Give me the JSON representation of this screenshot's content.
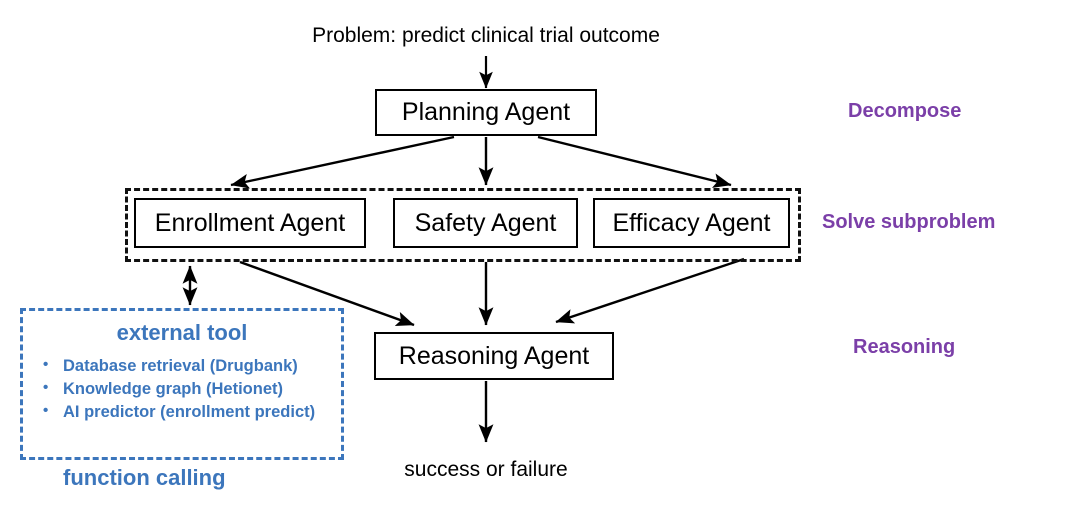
{
  "diagram": {
    "title_text": "Problem: predict clinical trial outcome",
    "outcome_text": "success or failure",
    "planning_agent": "Planning Agent",
    "reasoning_agent": "Reasoning Agent",
    "subagents": [
      {
        "label": "Enrollment Agent"
      },
      {
        "label": "Safety Agent"
      },
      {
        "label": "Efficacy Agent"
      }
    ],
    "external_tool": {
      "title": "external tool",
      "items": [
        "Database retrieval (Drugbank)",
        "Knowledge graph (Hetionet)",
        "AI predictor (enrollment predict)"
      ],
      "caption": "function calling"
    },
    "stages": [
      {
        "label": "Decompose"
      },
      {
        "label": "Solve subproblem"
      },
      {
        "label": "Reasoning"
      }
    ],
    "colors": {
      "tool_blue": "#3C76BC",
      "stage_purple": "#7B3FA8",
      "box_black": "#000000"
    }
  }
}
